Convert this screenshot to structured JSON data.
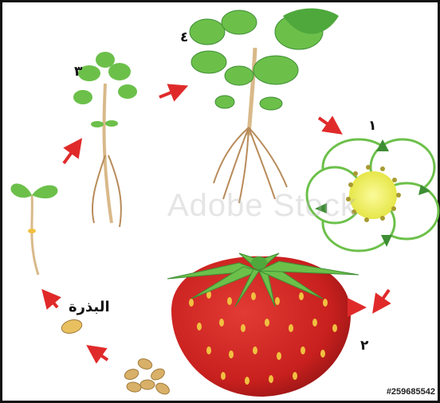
{
  "diagram": {
    "stages": [
      {
        "id": "stage-1",
        "label": "١"
      },
      {
        "id": "stage-2",
        "label": "٢"
      },
      {
        "id": "stage-3",
        "label": "٣"
      },
      {
        "id": "stage-4",
        "label": "٤"
      }
    ],
    "seed_label": "البذرة",
    "watermark": "Adobe Stock",
    "stock_id": "#259685542",
    "colors": {
      "arrow": "#e02a2a",
      "leaf": "#6cc04a",
      "leaf_dark": "#3e8e34",
      "stem": "#d9b98a",
      "root": "#b98b5a",
      "strawberry": "#c8201e",
      "strawberry_dark": "#8e1414",
      "seed": "#f0c040",
      "flower_petal": "#ffffff",
      "flower_outline": "#6cc04a",
      "flower_center": "#e6e64a"
    }
  }
}
